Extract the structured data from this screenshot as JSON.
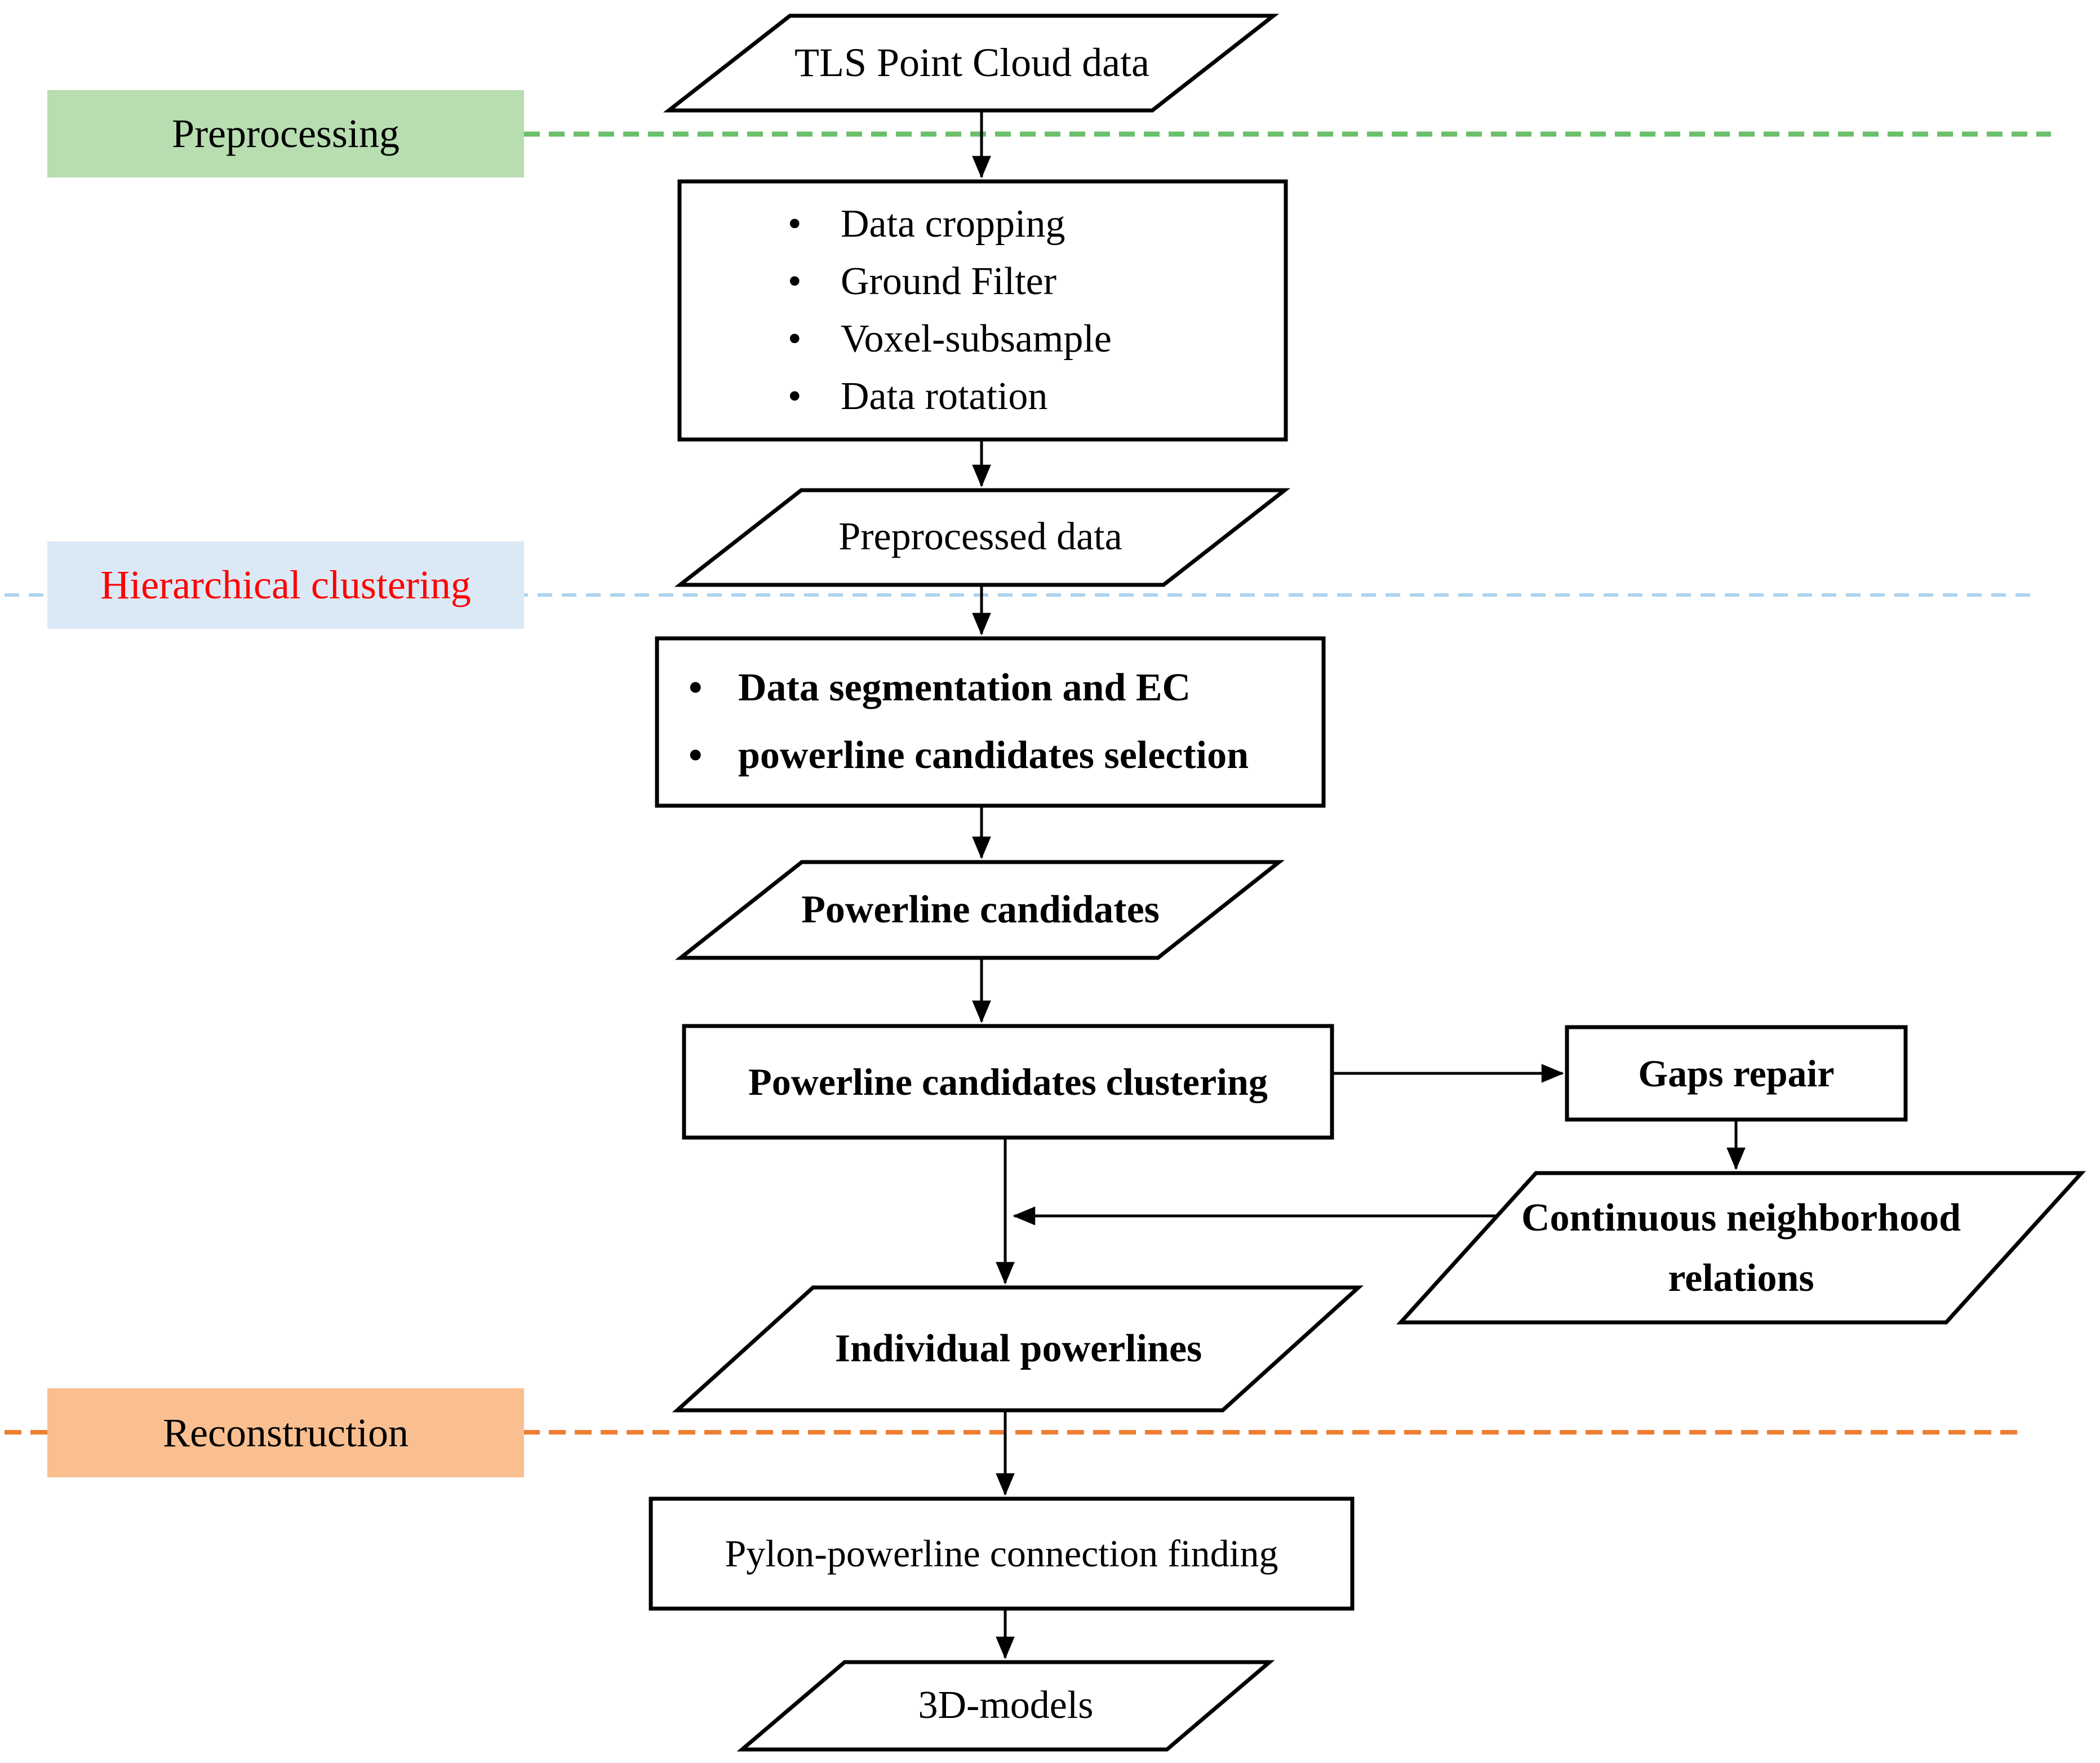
{
  "stages": [
    {
      "label": "Preprocessing",
      "box_fill": "#b7ddb0",
      "dash_color": "#6abf6a",
      "label_color": "#000000"
    },
    {
      "label": "Hierarchical clustering",
      "box_fill": "#dbe9f6",
      "dash_color": "#aed3ee",
      "label_color": "#ff0000"
    },
    {
      "label": "Reconstruction",
      "box_fill": "#f9bf90",
      "dash_color": "#ed7d31",
      "label_color": "#000000"
    }
  ],
  "bullet": "•",
  "nodes": {
    "tls": {
      "label": "TLS Point Cloud data"
    },
    "steps": {
      "items": [
        "Data cropping",
        "Ground Filter",
        "Voxel-subsample",
        "Data rotation"
      ]
    },
    "preprocessed": {
      "label": "Preprocessed data"
    },
    "segmentation": {
      "items": [
        "Data segmentation and EC",
        "powerline candidates selection"
      ]
    },
    "candidates": {
      "label": "Powerline candidates"
    },
    "clustering": {
      "label": "Powerline candidates clustering"
    },
    "gaps": {
      "label": "Gaps repair"
    },
    "continuous": {
      "label": "Continuous neighborhood relations"
    },
    "individual": {
      "label": "Individual powerlines"
    },
    "pylon": {
      "label": "Pylon-powerline connection finding"
    },
    "models": {
      "label": "3D-models"
    }
  }
}
